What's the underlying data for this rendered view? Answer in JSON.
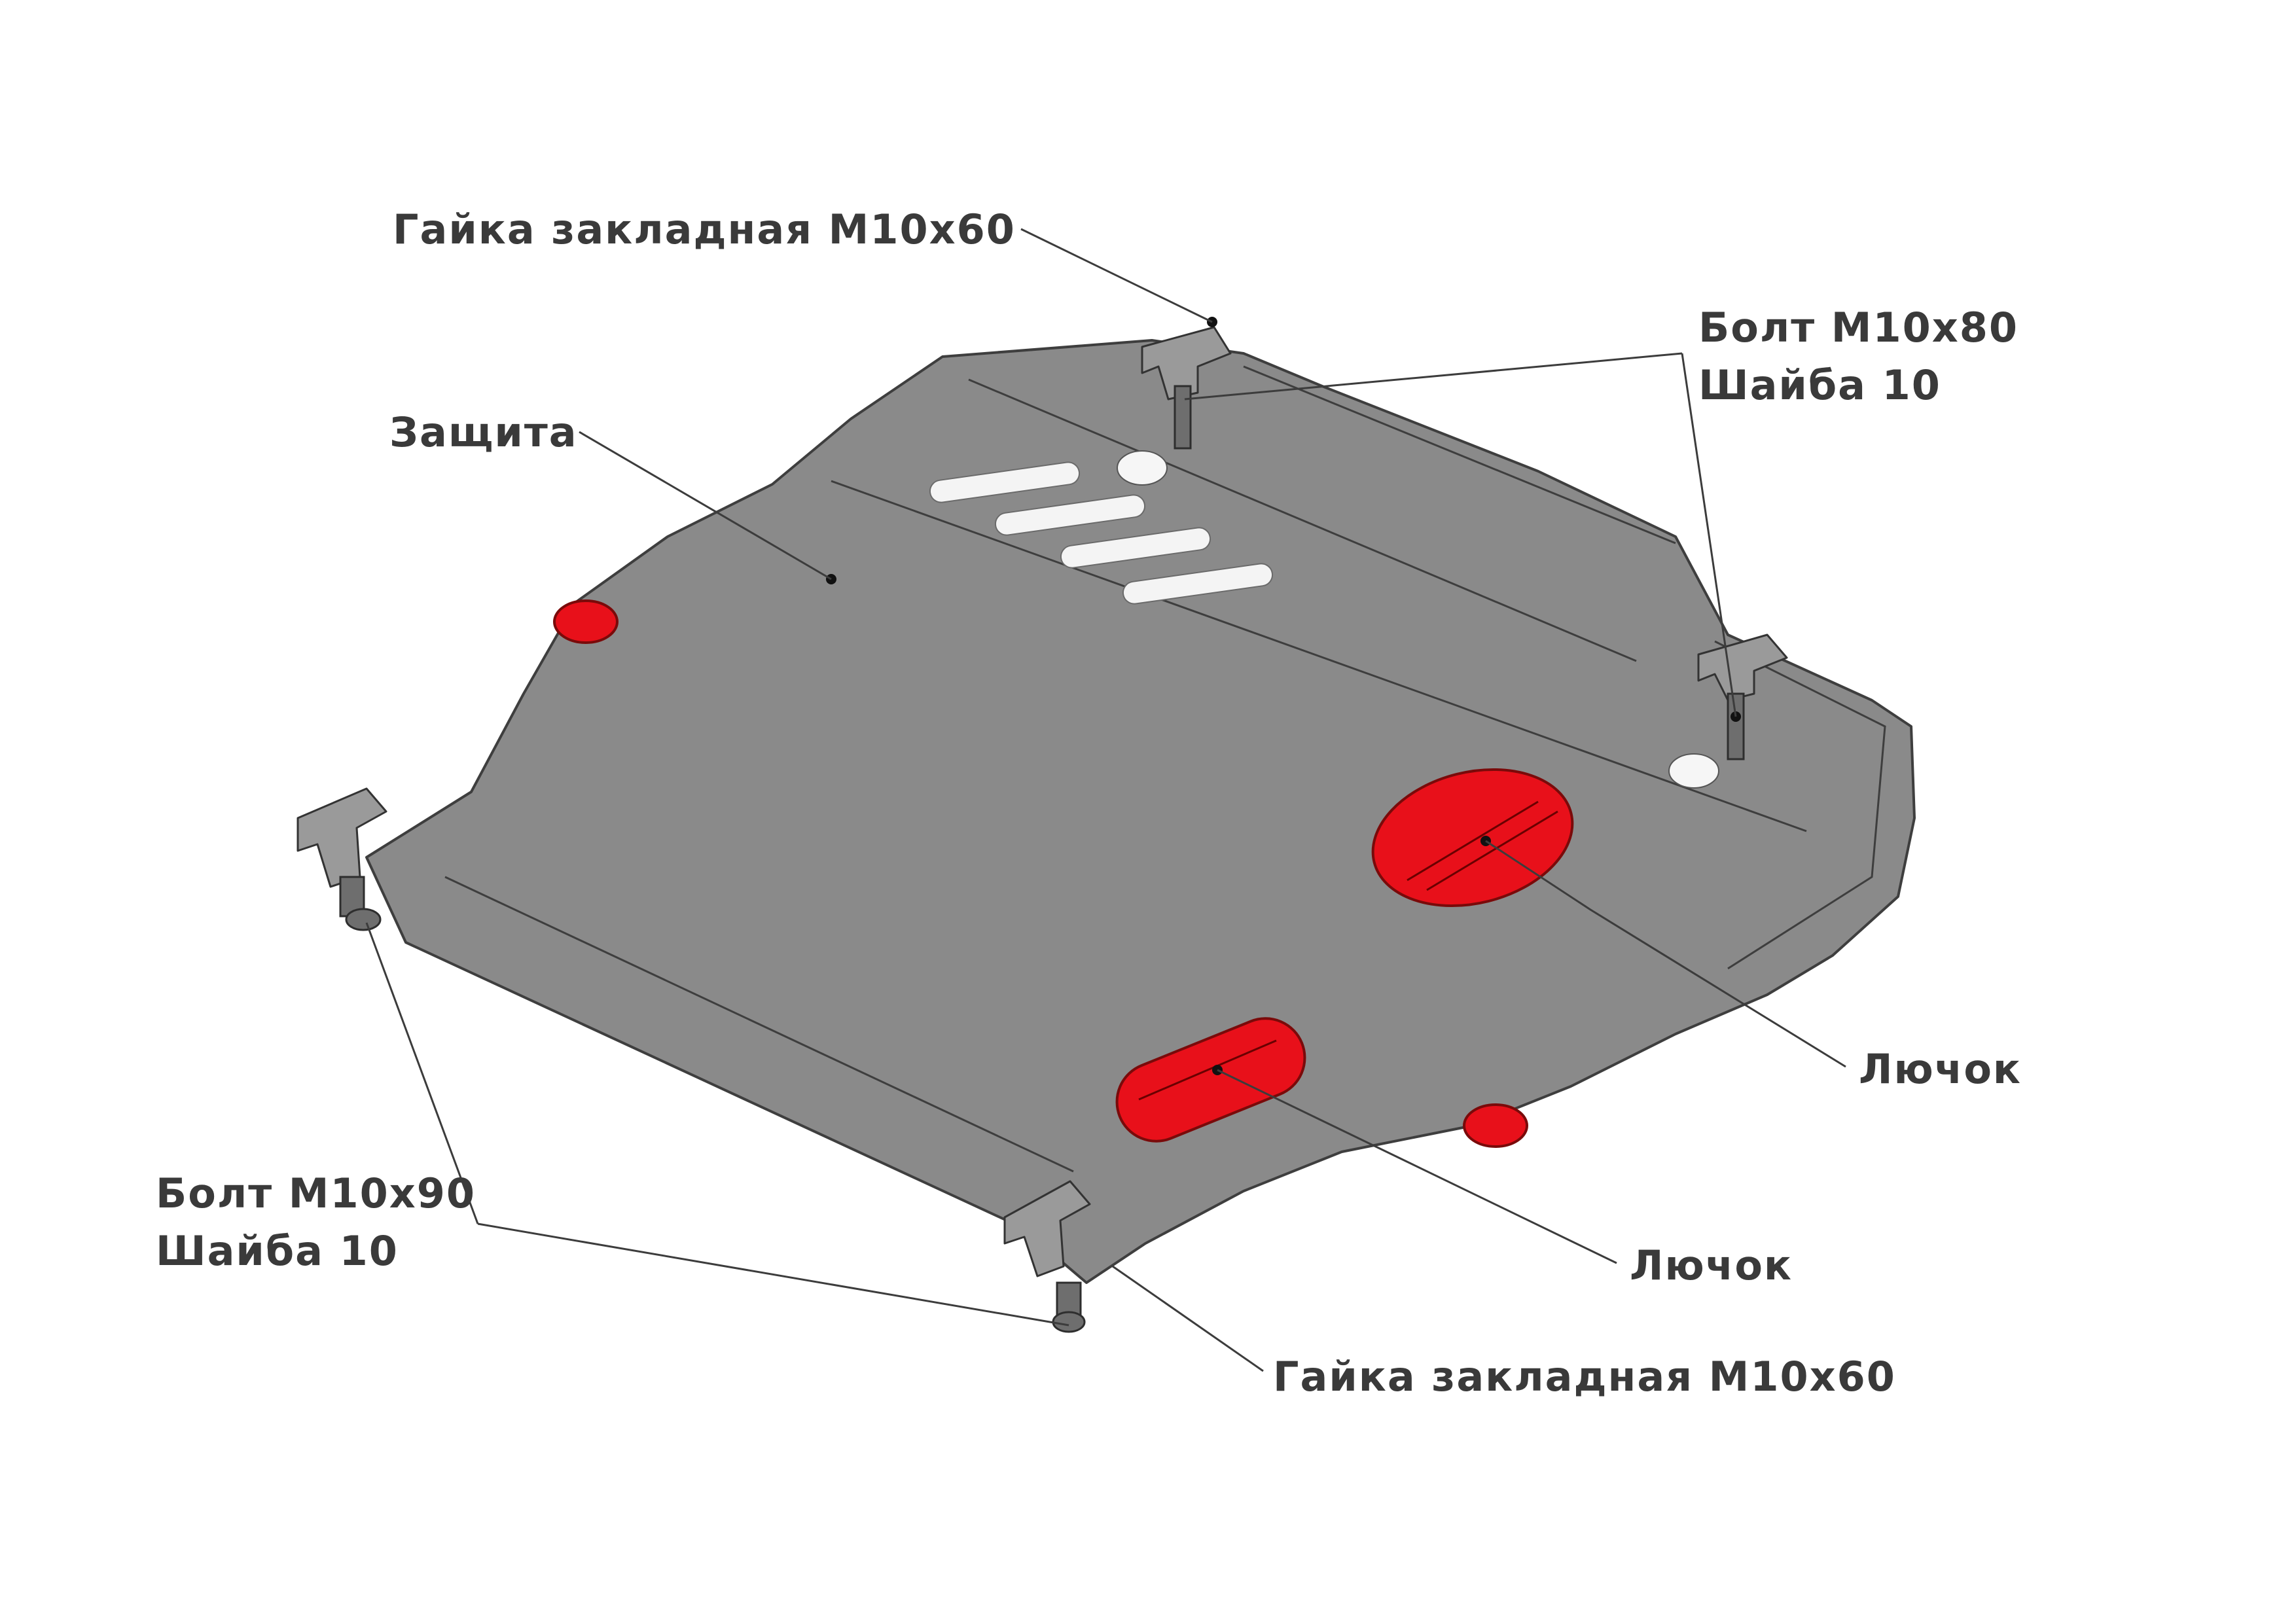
{
  "callouts": {
    "nut_top": "Гайка закладная М10х60",
    "bolt_top_line1": "Болт М10х80",
    "bolt_top_line2": "Шайба 10",
    "guard": "Защита",
    "hatch_right": "Лючок",
    "hatch_left": "Лючок",
    "bolt_bottom_line1": "Болт М10х90",
    "bolt_bottom_line2": "Шайба 10",
    "nut_bottom": "Гайка закладная М10х60"
  },
  "colors": {
    "plate": "#8a8a8a",
    "hatch": "#e8101a",
    "outline": "#3e3e3e",
    "label_text": "#3a3a3a"
  }
}
